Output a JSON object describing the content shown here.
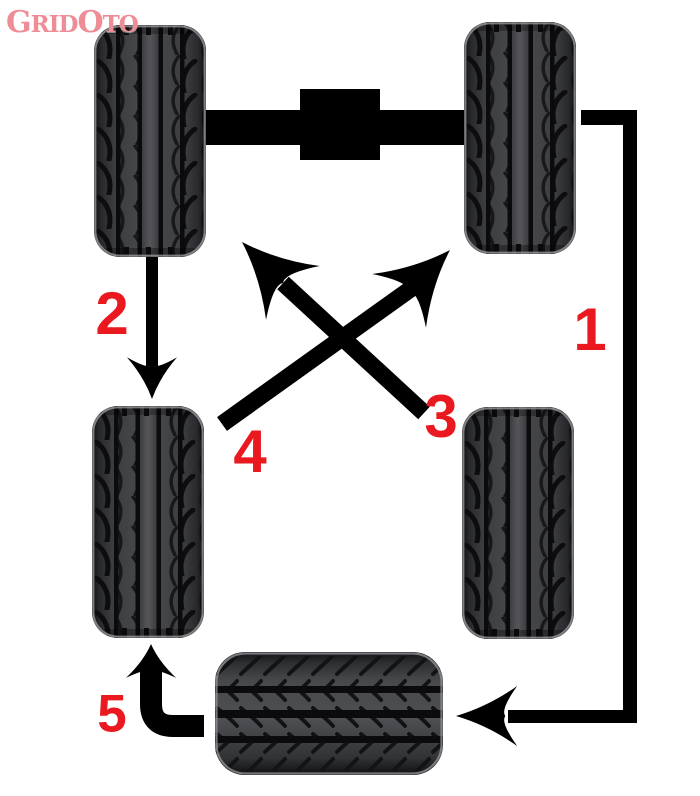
{
  "title": "Tire rotation pattern diagram",
  "logo": {
    "part1": "G",
    "part2": "RID",
    "part3": "O",
    "part4": "TO"
  },
  "steps": [
    {
      "label": "1"
    },
    {
      "label": "2"
    },
    {
      "label": "3"
    },
    {
      "label": "4"
    },
    {
      "label": "5"
    }
  ],
  "colors": {
    "background": "#ffffff",
    "arrows_and_axle": "#000000",
    "step_numbers": "#e9191f",
    "logo": "#ee8d95",
    "tire_body": "#3d3e41",
    "tire_groove": "#0b0b0d"
  }
}
